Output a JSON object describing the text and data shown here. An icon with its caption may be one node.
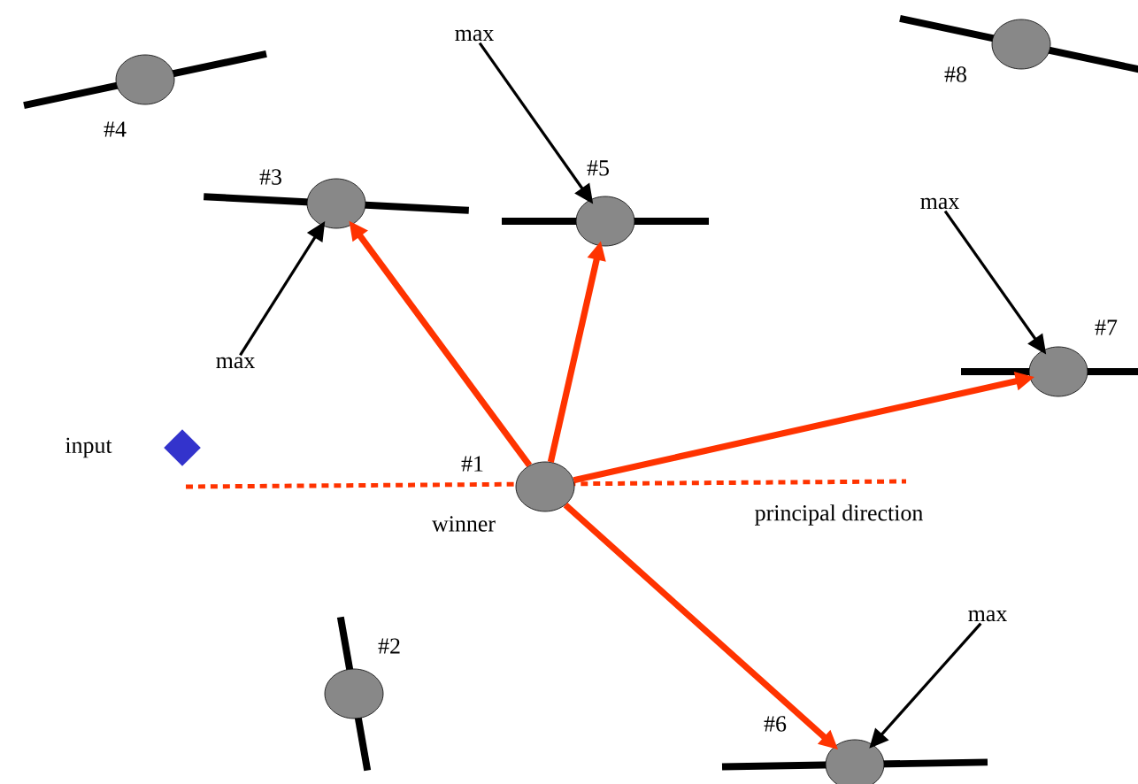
{
  "diagram": {
    "nodes": [
      {
        "text": [],
        "shape": "circle",
        "beside": [
          "#4"
        ]
      },
      {
        "text": [
          "max"
        ]
      },
      {
        "text": [],
        "shape": "circle",
        "beside": [
          "#8"
        ]
      },
      {
        "text": [
          "max"
        ]
      },
      {
        "text": [],
        "shape": "circle",
        "beside": [
          "#3"
        ]
      },
      {
        "text": [],
        "shape": "circle",
        "beside": [
          "#5"
        ]
      },
      {
        "text": [
          "max"
        ]
      },
      {
        "text": [],
        "shape": "circle",
        "beside": [
          "#7"
        ]
      },
      {
        "text": [],
        "shape": "diamond",
        "beside": [
          "input"
        ]
      },
      {
        "text": [],
        "shape": "circle",
        "beside": [
          "#1",
          "winner"
        ]
      },
      {
        "text": [],
        "shape": "circle",
        "beside": [
          "#2"
        ]
      },
      {
        "text": [
          "max"
        ]
      },
      {
        "text": [],
        "shape": "circle",
        "beside": [
          "#6"
        ]
      }
    ],
    "edges": [
      {
        "from": 1,
        "to": 5,
        "arrow": "to"
      },
      {
        "from": 3,
        "to": 7,
        "arrow": "to"
      },
      {
        "from": 6,
        "to": 4,
        "arrow": "to"
      },
      {
        "from": 11,
        "to": 12,
        "arrow": "to"
      },
      {
        "from": 9,
        "to": 4,
        "arrow": "to",
        "style": "thick",
        "color": "#ff3300"
      },
      {
        "from": 9,
        "to": 5,
        "arrow": "to",
        "style": "thick",
        "color": "#ff3300"
      },
      {
        "from": 9,
        "to": 7,
        "arrow": "to",
        "style": "thick",
        "color": "#ff3300"
      },
      {
        "from": 9,
        "to": 12,
        "arrow": "to",
        "style": "thick",
        "color": "#ff3300"
      }
    ],
    "labels": [
      "principal direction"
    ]
  }
}
